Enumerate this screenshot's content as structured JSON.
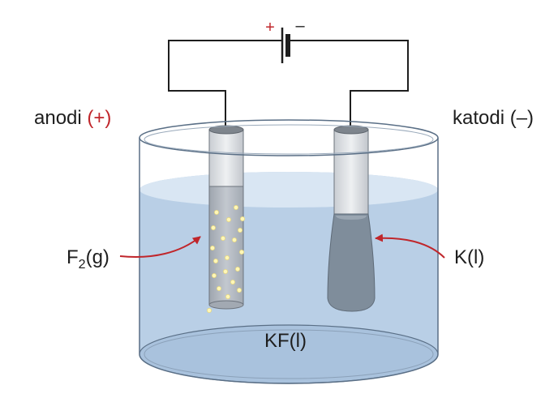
{
  "battery": {
    "plus": "+",
    "minus": "–"
  },
  "labels": {
    "anode": "anodi",
    "anode_sign": "(+)",
    "cathode": "katodi",
    "cathode_sign": "(–)",
    "gas_main": "F",
    "gas_sub": "2",
    "gas_tail": "(g)",
    "metal": "K(l)",
    "electrolyte": "KF(l)"
  },
  "colors": {
    "accent_red": "#c0262b",
    "liquid": "#b9cfe6",
    "beaker_edge": "#5a6f86",
    "anode_rod": "#b7bcc4",
    "potassium": "#7f8d9b",
    "bubble": "#fff7b8"
  }
}
